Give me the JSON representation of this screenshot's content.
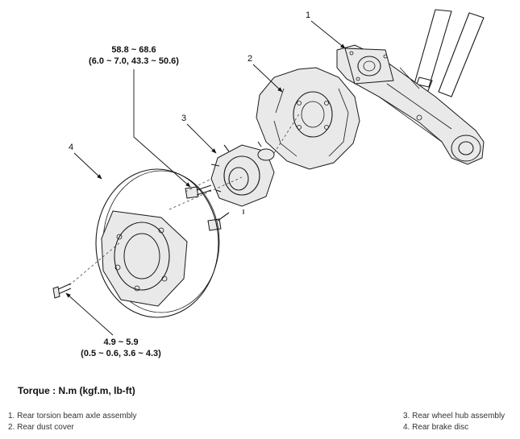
{
  "callouts": {
    "c1": "1",
    "c2": "2",
    "c3": "3",
    "c4": "4"
  },
  "torque_specs": {
    "hub_bolt": {
      "line1": "58.8 ~ 68.6",
      "line2": "(6.0 ~ 7.0, 43.3 ~ 50.6)"
    },
    "disc_screw": {
      "line1": "4.9 ~ 5.9",
      "line2": "(0.5 ~ 0.6, 3.6 ~ 4.3)"
    }
  },
  "torque_heading": "Torque : N.m (kgf.m, lb-ft)",
  "legend": {
    "left": [
      "1. Rear torsion beam axle assembly",
      "2. Rear dust cover"
    ],
    "right": [
      "3. Rear wheel hub assembly",
      "4. Rear brake disc"
    ]
  },
  "icons": [
    "arrow-icon"
  ]
}
